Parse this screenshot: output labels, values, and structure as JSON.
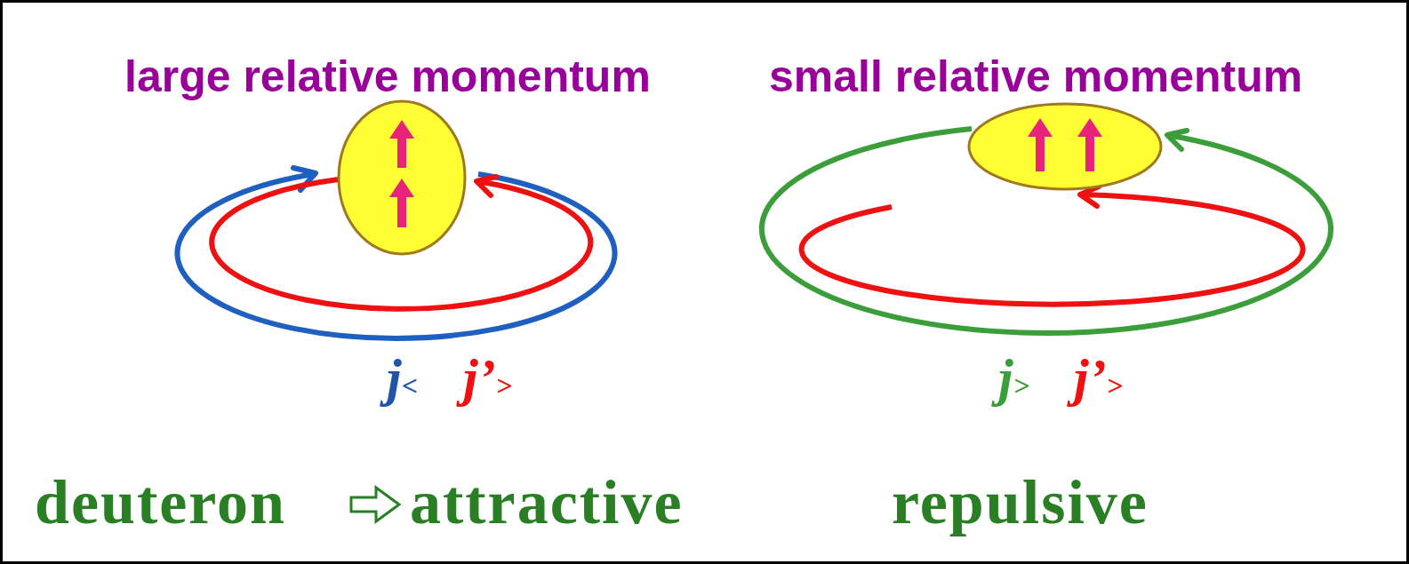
{
  "diagram": {
    "labels": [
      "large relative momentum",
      "small relative momentum",
      "j<",
      "j’>",
      "j>",
      "j’>",
      "deuteron",
      "attractive",
      "repulsive"
    ]
  }
}
